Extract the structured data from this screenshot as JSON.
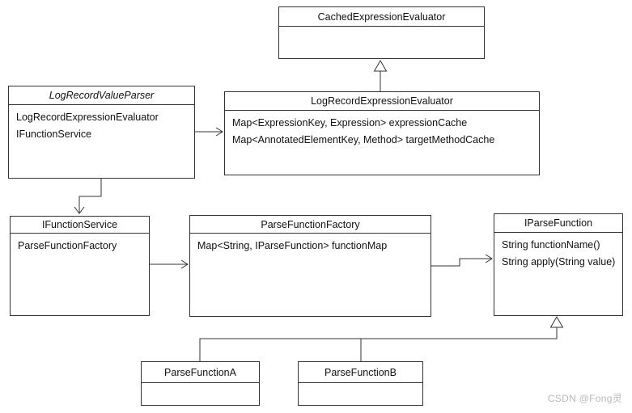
{
  "diagram": {
    "kind": "UML class diagram",
    "watermark": {
      "text": "CSDN @Fong灵",
      "color": "#b9b9b9"
    }
  },
  "classes": {
    "cachedExpressionEvaluator": {
      "name": "CachedExpressionEvaluator",
      "abstract": false,
      "attrs": []
    },
    "logRecordValueParser": {
      "name": "LogRecordValueParser",
      "abstract": true,
      "attrs": [
        "LogRecordExpressionEvaluator",
        "IFunctionService"
      ]
    },
    "logRecordExpressionEvaluator": {
      "name": "LogRecordExpressionEvaluator",
      "abstract": false,
      "attrs": [
        "Map<ExpressionKey, Expression> expressionCache",
        "Map<AnnotatedElementKey, Method> targetMethodCache"
      ]
    },
    "iFunctionService": {
      "name": "IFunctionService",
      "abstract": false,
      "attrs": [
        "ParseFunctionFactory"
      ]
    },
    "parseFunctionFactory": {
      "name": "ParseFunctionFactory",
      "abstract": false,
      "attrs": [
        "Map<String, IParseFunction> functionMap"
      ]
    },
    "iParseFunction": {
      "name": "IParseFunction",
      "abstract": false,
      "attrs": [
        "String functionName()",
        "String apply(String value)"
      ]
    },
    "parseFunctionA": {
      "name": "ParseFunctionA",
      "abstract": false,
      "attrs": []
    },
    "parseFunctionB": {
      "name": "ParseFunctionB",
      "abstract": false,
      "attrs": []
    }
  },
  "relations": [
    {
      "from": "LogRecordExpressionEvaluator",
      "to": "CachedExpressionEvaluator",
      "type": "generalization"
    },
    {
      "from": "LogRecordValueParser",
      "to": "LogRecordExpressionEvaluator",
      "type": "association"
    },
    {
      "from": "LogRecordValueParser",
      "to": "IFunctionService",
      "type": "association"
    },
    {
      "from": "IFunctionService",
      "to": "ParseFunctionFactory",
      "type": "association"
    },
    {
      "from": "ParseFunctionFactory",
      "to": "IParseFunction",
      "type": "association"
    },
    {
      "from": "ParseFunctionA",
      "to": "IParseFunction",
      "type": "generalization"
    },
    {
      "from": "ParseFunctionB",
      "to": "IParseFunction",
      "type": "generalization"
    }
  ],
  "colors": {
    "line": "#333333",
    "text": "#111111",
    "background": "#ffffff"
  }
}
